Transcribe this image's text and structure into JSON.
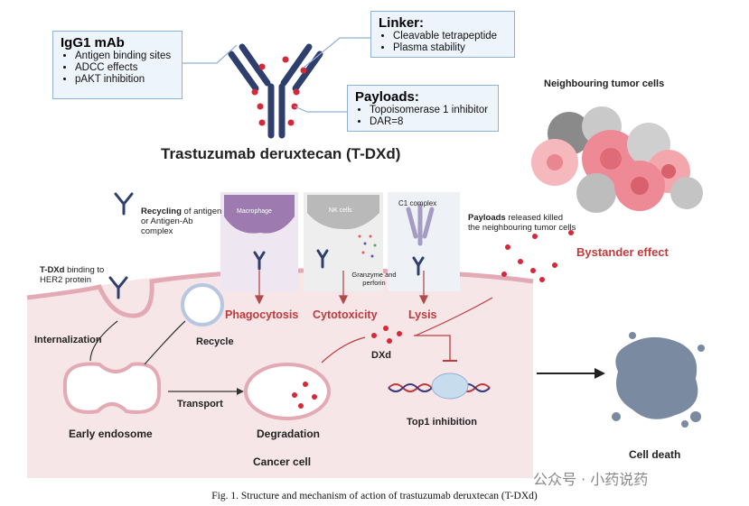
{
  "igg1": {
    "title": "IgG1 mAb",
    "items": [
      "Antigen binding sites",
      "ADCC effects",
      "pAKT inhibition"
    ]
  },
  "linker": {
    "title": "Linker:",
    "items": [
      "Cleavable tetrapeptide",
      "Plasma stability"
    ]
  },
  "payloads": {
    "title": "Payloads:",
    "items": [
      "Topoisomerase 1 inhibitor",
      "DAR=8"
    ]
  },
  "main_title": "Trastuzumab deruxtecan (T-DXd)",
  "labels": {
    "recycling_bold": "Recycling",
    "recycling_rest": "of antigen or Antigen-Ab complex",
    "macrophage": "Macrophage",
    "nk_cells": "NK cells",
    "c1_complex": "C1 complex",
    "payloads_bold": "Payloads",
    "payloads_rest": "released killed the neighbouring tumor cells",
    "neighbouring": "Neighbouring tumor cells",
    "bystander": "Bystander effect",
    "tdxd_bold": "T-DXd",
    "tdxd_rest": "binding to HER2 protein",
    "granzyme": "Granzyme and perforin",
    "phagocytosis": "Phagocytosis",
    "cytotoxicity": "Cytotoxicity",
    "lysis": "Lysis",
    "internalization": "Internalization",
    "recycle": "Recycle",
    "dxd": "DXd",
    "transport": "Transport",
    "early_endosome": "Early endosome",
    "degradation": "Degradation",
    "top1": "Top1 inhibition",
    "cancer_cell": "Cancer cell",
    "cell_death": "Cell death"
  },
  "caption": "Fig. 1. Structure and mechanism of action of trastuzumab deruxtecan (T-DXd)",
  "watermark": "公众号 · 小药说药",
  "colors": {
    "antibody": "#2e3f6e",
    "payload": "#d62839",
    "cell": "#f6e4e6",
    "membrane": "#e6b3bd",
    "accent_red": "#c0393b"
  }
}
